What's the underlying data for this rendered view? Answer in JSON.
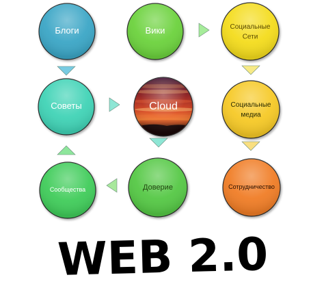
{
  "diagram": {
    "title": "WEB 2.0",
    "nodes": [
      {
        "id": "blogs",
        "label": "Блоги",
        "color": "#3aa6c6",
        "text_color": "#ffffff"
      },
      {
        "id": "wiki",
        "label": "Вики",
        "color": "#6cd23c",
        "text_color": "#ffffff"
      },
      {
        "id": "social_networks",
        "label": "Социальные\nСети",
        "color": "#f4dc1a",
        "text_color": "#5a4a00"
      },
      {
        "id": "tips",
        "label": "Советы",
        "color": "#3fd3b6",
        "text_color": "#ffffff"
      },
      {
        "id": "cloud",
        "label": "Cloud",
        "color": "#a12818",
        "text_color": "#ffffff"
      },
      {
        "id": "social_media",
        "label": "Социальные\nмедиа",
        "color": "#f6c926",
        "text_color": "#2a2a00"
      },
      {
        "id": "communities",
        "label": "Сообщества",
        "color": "#3fcc5a",
        "text_color": "#ffffff"
      },
      {
        "id": "trust",
        "label": "Доверие",
        "color": "#55c845",
        "text_color": "#224411"
      },
      {
        "id": "cooperation",
        "label": "Сотрудничество",
        "color": "#f07d28",
        "text_color": "#2a1000"
      }
    ],
    "arrows": [
      {
        "from": "wiki",
        "to": "social_networks",
        "direction": "right",
        "color": "#a6ec9a"
      },
      {
        "from": "blogs",
        "to": "tips",
        "direction": "down",
        "color": "#78cbe2"
      },
      {
        "from": "social_networks",
        "to": "social_media",
        "direction": "down",
        "color": "#f7ea86"
      },
      {
        "from": "tips",
        "to": "cloud",
        "direction": "right",
        "color": "#8ee6d5"
      },
      {
        "from": "cloud",
        "to": "trust",
        "direction": "down",
        "color": "#8ee6d5"
      },
      {
        "from": "communities",
        "to": "tips",
        "direction": "up",
        "color": "#8ee69c"
      },
      {
        "from": "trust",
        "to": "communities",
        "direction": "left",
        "color": "#a8e89c"
      },
      {
        "from": "social_media",
        "to": "cooperation",
        "direction": "down",
        "color": "#f9df80"
      }
    ]
  }
}
